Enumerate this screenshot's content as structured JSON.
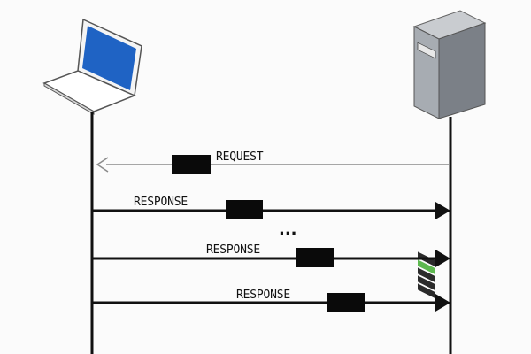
{
  "diagram": {
    "client": {
      "icon": "laptop-icon"
    },
    "server": {
      "icon": "server-tower-icon"
    },
    "messages": [
      {
        "label": "REQUEST",
        "direction": "to-client",
        "color": "#8a8a8a"
      },
      {
        "label": "RESPONSE",
        "direction": "to-server",
        "color": "#111111"
      },
      {
        "label": "RESPONSE",
        "direction": "to-server",
        "color": "#111111"
      },
      {
        "label": "RESPONSE",
        "direction": "to-server",
        "color": "#111111"
      }
    ],
    "ellipsis": "..."
  },
  "colors": {
    "laptop_screen": "#1f63c4",
    "server_body": "#9aa0a6",
    "server_light": "#5db84f",
    "lifeline": "#111111"
  }
}
